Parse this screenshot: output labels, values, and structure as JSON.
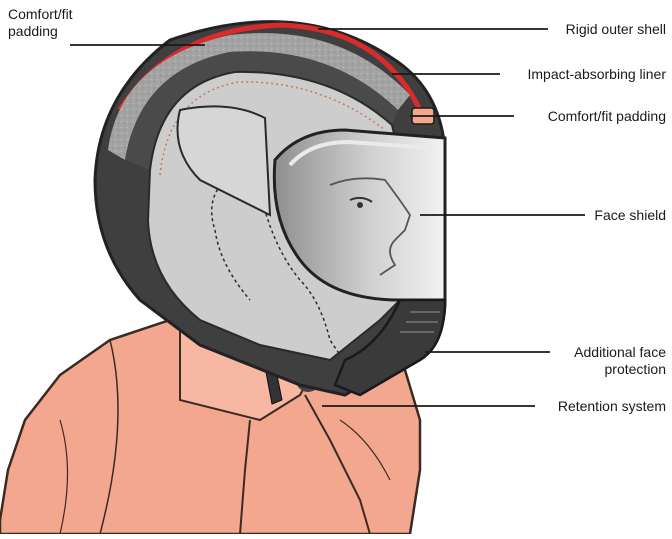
{
  "labels": {
    "comfort_fit_padding_top": [
      "Comfort/fit",
      "padding"
    ],
    "rigid_outer_shell": "Rigid outer shell",
    "impact_absorbing_liner": "Impact-absorbing liner",
    "comfort_fit_padding_right": "Comfort/fit padding",
    "face_shield": "Face shield",
    "additional_face_protection": [
      "Additional face",
      "protection"
    ],
    "retention_system": "Retention system"
  },
  "colors": {
    "outer_shell_red": "#d92b2b",
    "liner_grey": "#9a9a9a",
    "padding_dark": "#3f3f3f",
    "helmet_light": "#cdcdcd",
    "skin_and_jacket": "#f4a78f",
    "visor_tint": "#d6d6d6",
    "label_text": "#1a1a1a"
  }
}
